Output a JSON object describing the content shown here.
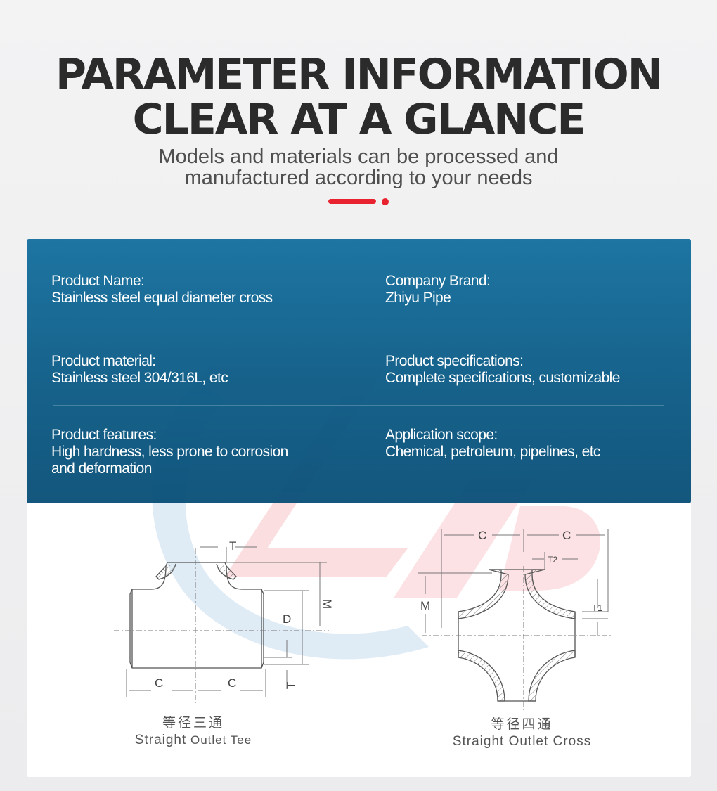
{
  "header": {
    "title_line1": "PARAMETER INFORMATION",
    "title_line2": "CLEAR AT A GLANCE",
    "subtitle_line1": "Models and materials can be processed and",
    "subtitle_line2": "manufactured according to your needs"
  },
  "colors": {
    "accent_red": "#e8222e",
    "panel_blue": "#0e6494",
    "text_dark": "#2b2b2b"
  },
  "params": [
    {
      "label": "Product Name:",
      "value": [
        "Stainless steel equal diameter cross"
      ]
    },
    {
      "label": "Company Brand:",
      "value": [
        "Zhiyu Pipe"
      ]
    },
    {
      "label": "Product material:",
      "value": [
        "Stainless steel 304/316L, etc"
      ]
    },
    {
      "label": "Product specifications:",
      "value": [
        "Complete specifications, customizable"
      ]
    },
    {
      "label": "Product features:",
      "value": [
        "High hardness, less prone to corrosion",
        "and deformation"
      ]
    },
    {
      "label": "Application scope:",
      "value": [
        "Chemical, petroleum, pipelines, etc"
      ]
    }
  ],
  "tee": {
    "caption_cn": "等径三通",
    "caption_en_a": "Straight",
    "caption_en_b": " Outlet Tee",
    "dims": {
      "t_top": "T",
      "m": "M",
      "d": "D",
      "c_left": "C",
      "c_right": "C",
      "t_bottom": "T"
    }
  },
  "cross": {
    "caption_cn": "等径四通",
    "caption_en": "Straight Outlet Cross",
    "dims": {
      "c_left": "C",
      "c_right": "C",
      "t2": "T2",
      "m": "M",
      "t1": "T1"
    }
  }
}
